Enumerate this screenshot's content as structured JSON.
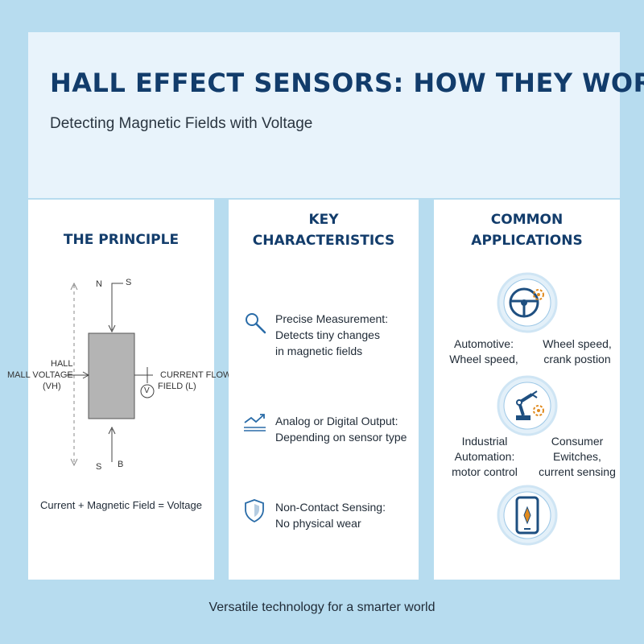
{
  "header": {
    "title": "HALL EFFECT SENSORS: HOW THEY WORK",
    "subtitle": "Detecting Magnetic Fields with Voltage"
  },
  "principle": {
    "title": "THE PRINCIPLE",
    "labels": {
      "n": "N",
      "s_top": "S",
      "hall": "HALL",
      "hall_voltage": "MALL VOLTAGE",
      "vh": "(VH)",
      "current_flow": "CURRENT FLOW",
      "field": "FIELD (L)",
      "v": "V",
      "s_bottom": "S",
      "b": "B"
    },
    "formula": "Current + Magnetic Field = Voltage"
  },
  "characteristics": {
    "title_line1": "KEY",
    "title_line2": "CHARACTERISTICS",
    "items": [
      {
        "icon": "magnifier-icon",
        "line1": "Precise Measurement:",
        "line2": "Detects tiny changes",
        "line3": "in magnetic fields"
      },
      {
        "icon": "signal-output-icon",
        "line1": "Analog or Digital Output:",
        "line2": "Depending on sensor type"
      },
      {
        "icon": "shield-icon",
        "line1": "Non-Contact Sensing:",
        "line2": "No physical wear"
      }
    ]
  },
  "applications": {
    "title_line1": "COMMON",
    "title_line2": "APPLICATIONS",
    "automotive_line1": "Automotive:",
    "automotive_line2": "Wheel speed,",
    "wheel_line1": "Wheel speed,",
    "wheel_line2": "crank postion",
    "industrial_line1": "Industrial",
    "industrial_line2": "Automation:",
    "industrial_line3": "motor control",
    "consumer_line1": "Consumer",
    "consumer_line2": "Ewitches,",
    "consumer_line3": "current sensing",
    "icons": [
      "steering-wheel-icon",
      "robot-arm-icon",
      "smartphone-compass-icon"
    ]
  },
  "footer": "Versatile technology for a smarter world",
  "colors": {
    "background": "#b7dcef",
    "header_bg": "#e8f3fb",
    "panel_bg": "#ffffff",
    "title": "#123c6b",
    "accent": "#2a6ca8",
    "icon_ring": "#cfe5f4"
  }
}
